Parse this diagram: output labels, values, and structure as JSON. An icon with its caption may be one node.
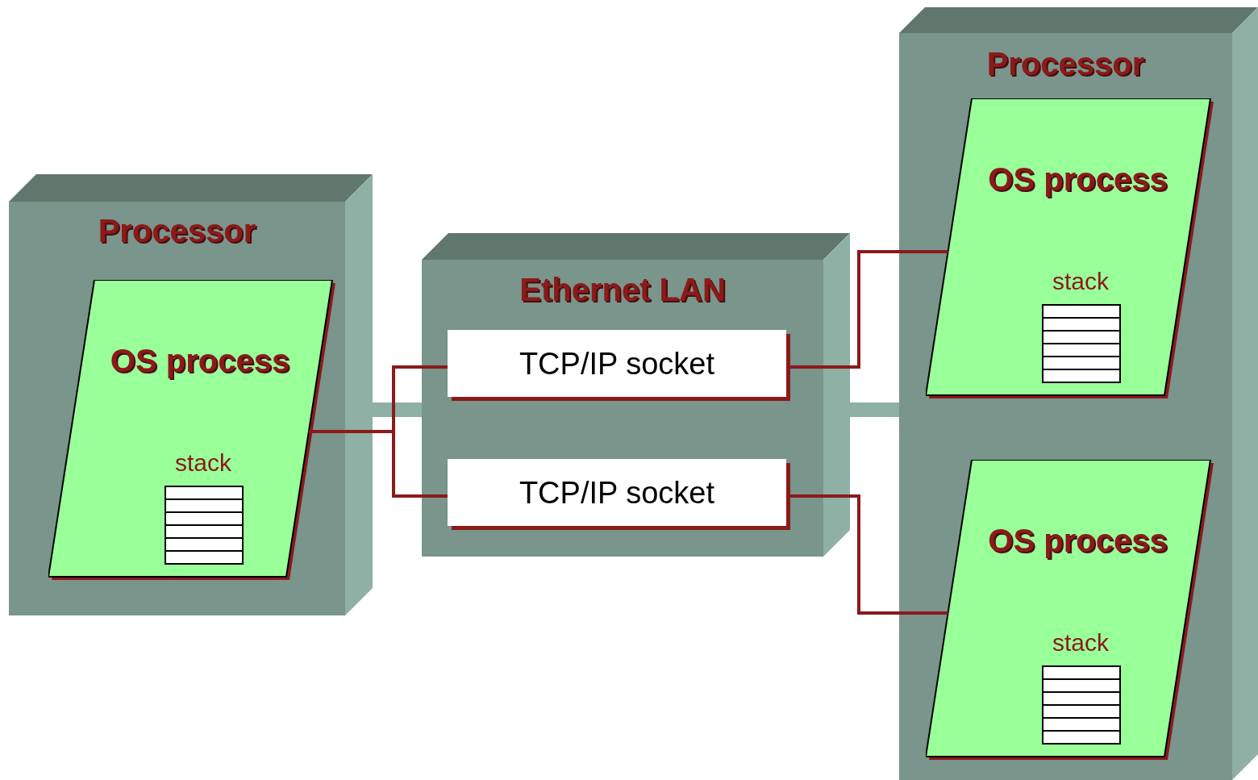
{
  "diagram": {
    "nodes": [
      {
        "text": [
          "Processor"
        ]
      },
      {
        "text": [
          "OS process",
          "stack"
        ],
        "in": 0
      },
      {
        "text": [
          "Ethernet LAN"
        ]
      },
      {
        "text": [
          "TCP/IP socket"
        ],
        "in": 2
      },
      {
        "text": [
          "TCP/IP socket"
        ],
        "in": 2
      },
      {
        "text": [
          "Processor"
        ]
      },
      {
        "text": [
          "OS process",
          "stack"
        ],
        "in": 5
      },
      {
        "text": [
          "OS process",
          "stack"
        ],
        "in": 5
      }
    ],
    "edges": [
      {
        "from": 0,
        "to": 2,
        "arrow": "none",
        "style": "thick",
        "color": "#8fb0a4"
      },
      {
        "from": 2,
        "to": 5,
        "arrow": "none",
        "style": "thick",
        "color": "#8fb0a4"
      },
      {
        "from": 1,
        "to": 3,
        "arrow": "none"
      },
      {
        "from": 1,
        "to": 4,
        "arrow": "none"
      },
      {
        "from": 3,
        "to": 6,
        "arrow": "none"
      },
      {
        "from": 4,
        "to": 7,
        "arrow": "none"
      }
    ]
  }
}
